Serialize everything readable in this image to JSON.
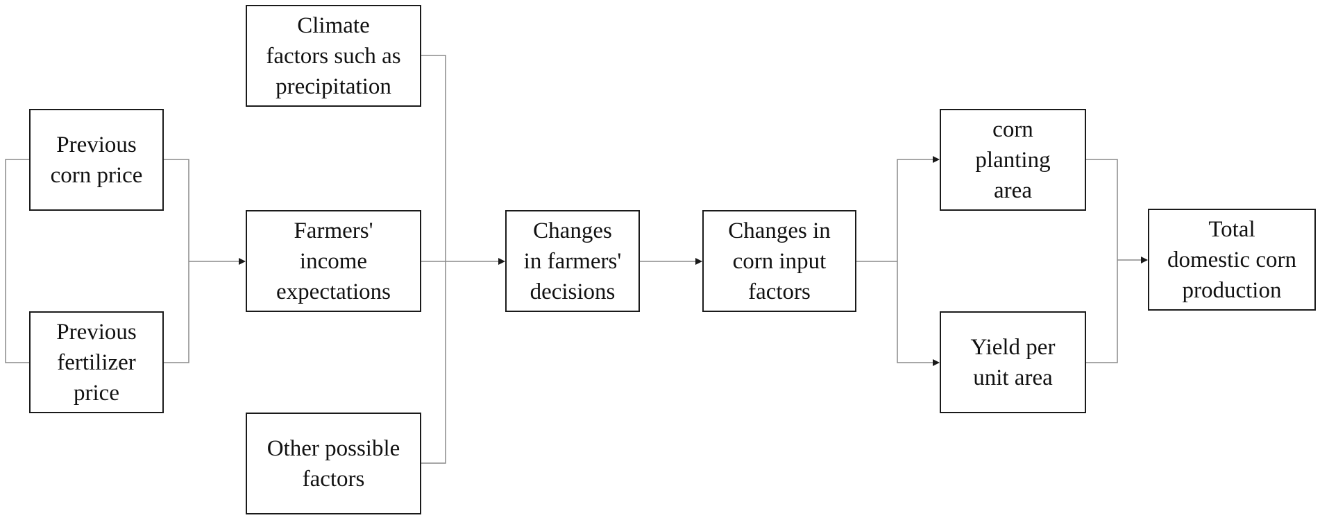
{
  "nodes": {
    "prev_corn_price": "Previous\ncorn price",
    "prev_fertilizer_price": "Previous\nfertilizer\nprice",
    "climate": "Climate\nfactors such as\nprecipitation",
    "income_expectations": "Farmers'\nincome\nexpectations",
    "other_factors": "Other possible\nfactors",
    "farmer_decisions": "Changes\nin farmers'\ndecisions",
    "input_factors": "Changes in\ncorn input\nfactors",
    "planting_area": "corn\nplanting\narea",
    "yield": "Yield per\nunit area",
    "total_production": "Total\ndomestic corn\nproduction"
  },
  "colors": {
    "box_border": "#1a1a1a",
    "line": "#8a8a8a",
    "arrow": "#1a1a1a",
    "text": "#111111"
  }
}
